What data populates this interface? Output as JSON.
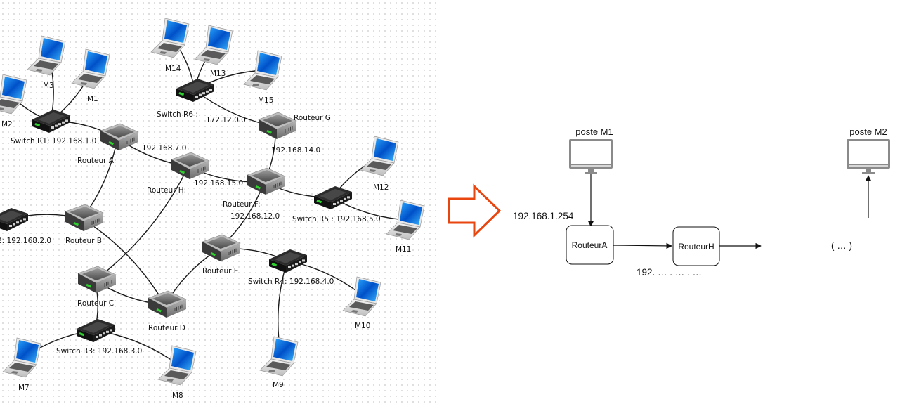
{
  "network": {
    "routers": [
      {
        "id": "A",
        "label": "Routeur A:"
      },
      {
        "id": "B",
        "label": "Routeur B"
      },
      {
        "id": "C",
        "label": "Routeur C"
      },
      {
        "id": "D",
        "label": "Routeur D"
      },
      {
        "id": "E",
        "label": "Routeur E"
      },
      {
        "id": "F",
        "label": "Routeur F:"
      },
      {
        "id": "G",
        "label": "Routeur G"
      },
      {
        "id": "H",
        "label": "Routeur H:"
      }
    ],
    "switches": [
      {
        "id": "R1",
        "label": "Switch R1: 192.168.1.0"
      },
      {
        "id": "R2",
        "label": "2: 192.168.2.0"
      },
      {
        "id": "R3",
        "label": "Switch R3: 192.168.3.0"
      },
      {
        "id": "R4",
        "label": "Switch R4: 192.168.4.0"
      },
      {
        "id": "R5",
        "label": "Switch R5 : 192.168.5.0"
      },
      {
        "id": "R6",
        "label": "Switch R6 :"
      }
    ],
    "machines": [
      {
        "id": "M1",
        "label": "M1"
      },
      {
        "id": "M2",
        "label": "M2"
      },
      {
        "id": "M3",
        "label": "M3"
      },
      {
        "id": "M7",
        "label": "M7"
      },
      {
        "id": "M8",
        "label": "M8"
      },
      {
        "id": "M9",
        "label": "M9"
      },
      {
        "id": "M10",
        "label": "M10"
      },
      {
        "id": "M11",
        "label": "M11"
      },
      {
        "id": "M12",
        "label": "M12"
      },
      {
        "id": "M13",
        "label": "M13"
      },
      {
        "id": "M14",
        "label": "M14"
      },
      {
        "id": "M15",
        "label": "M15"
      }
    ],
    "link_labels": [
      {
        "id": "AH",
        "label": "192.168.7.0"
      },
      {
        "id": "HF",
        "label": "192.168.15.0"
      },
      {
        "id": "GF",
        "label": "192.168.14.0"
      },
      {
        "id": "FE",
        "label": "192.168.12.0"
      },
      {
        "id": "R6G",
        "label": "172.12.0.0"
      }
    ],
    "links": [
      [
        "R1",
        "A"
      ],
      [
        "A",
        "H"
      ],
      [
        "A",
        "B"
      ],
      [
        "B",
        "R2"
      ],
      [
        "B",
        "D"
      ],
      [
        "H",
        "F"
      ],
      [
        "H",
        "C"
      ],
      [
        "F",
        "G"
      ],
      [
        "G",
        "R6"
      ],
      [
        "F",
        "R5"
      ],
      [
        "F",
        "E"
      ],
      [
        "E",
        "D"
      ],
      [
        "E",
        "R4"
      ],
      [
        "C",
        "D"
      ],
      [
        "C",
        "R3"
      ],
      [
        "R1",
        "M1"
      ],
      [
        "R1",
        "M2"
      ],
      [
        "R1",
        "M3"
      ],
      [
        "R6",
        "M13"
      ],
      [
        "R6",
        "M14"
      ],
      [
        "R6",
        "M15"
      ],
      [
        "R5",
        "M11"
      ],
      [
        "R5",
        "M12"
      ],
      [
        "R4",
        "M9"
      ],
      [
        "R4",
        "M10"
      ],
      [
        "R3",
        "M7"
      ],
      [
        "R3",
        "M8"
      ]
    ]
  },
  "transition_arrow": {
    "icon": "arrow-right-outline-icon",
    "color": "#e8450f"
  },
  "flow": {
    "source_host": {
      "label": "poste M1",
      "icon": "monitor-icon"
    },
    "dest_host": {
      "label": "poste M2",
      "icon": "monitor-icon"
    },
    "gateway_ip": "192.168.1.254",
    "router_1": "RouteurA",
    "router_2": "RouteurH",
    "link_ip_placeholder": "192. … . … . …",
    "continuation": "( … )"
  }
}
